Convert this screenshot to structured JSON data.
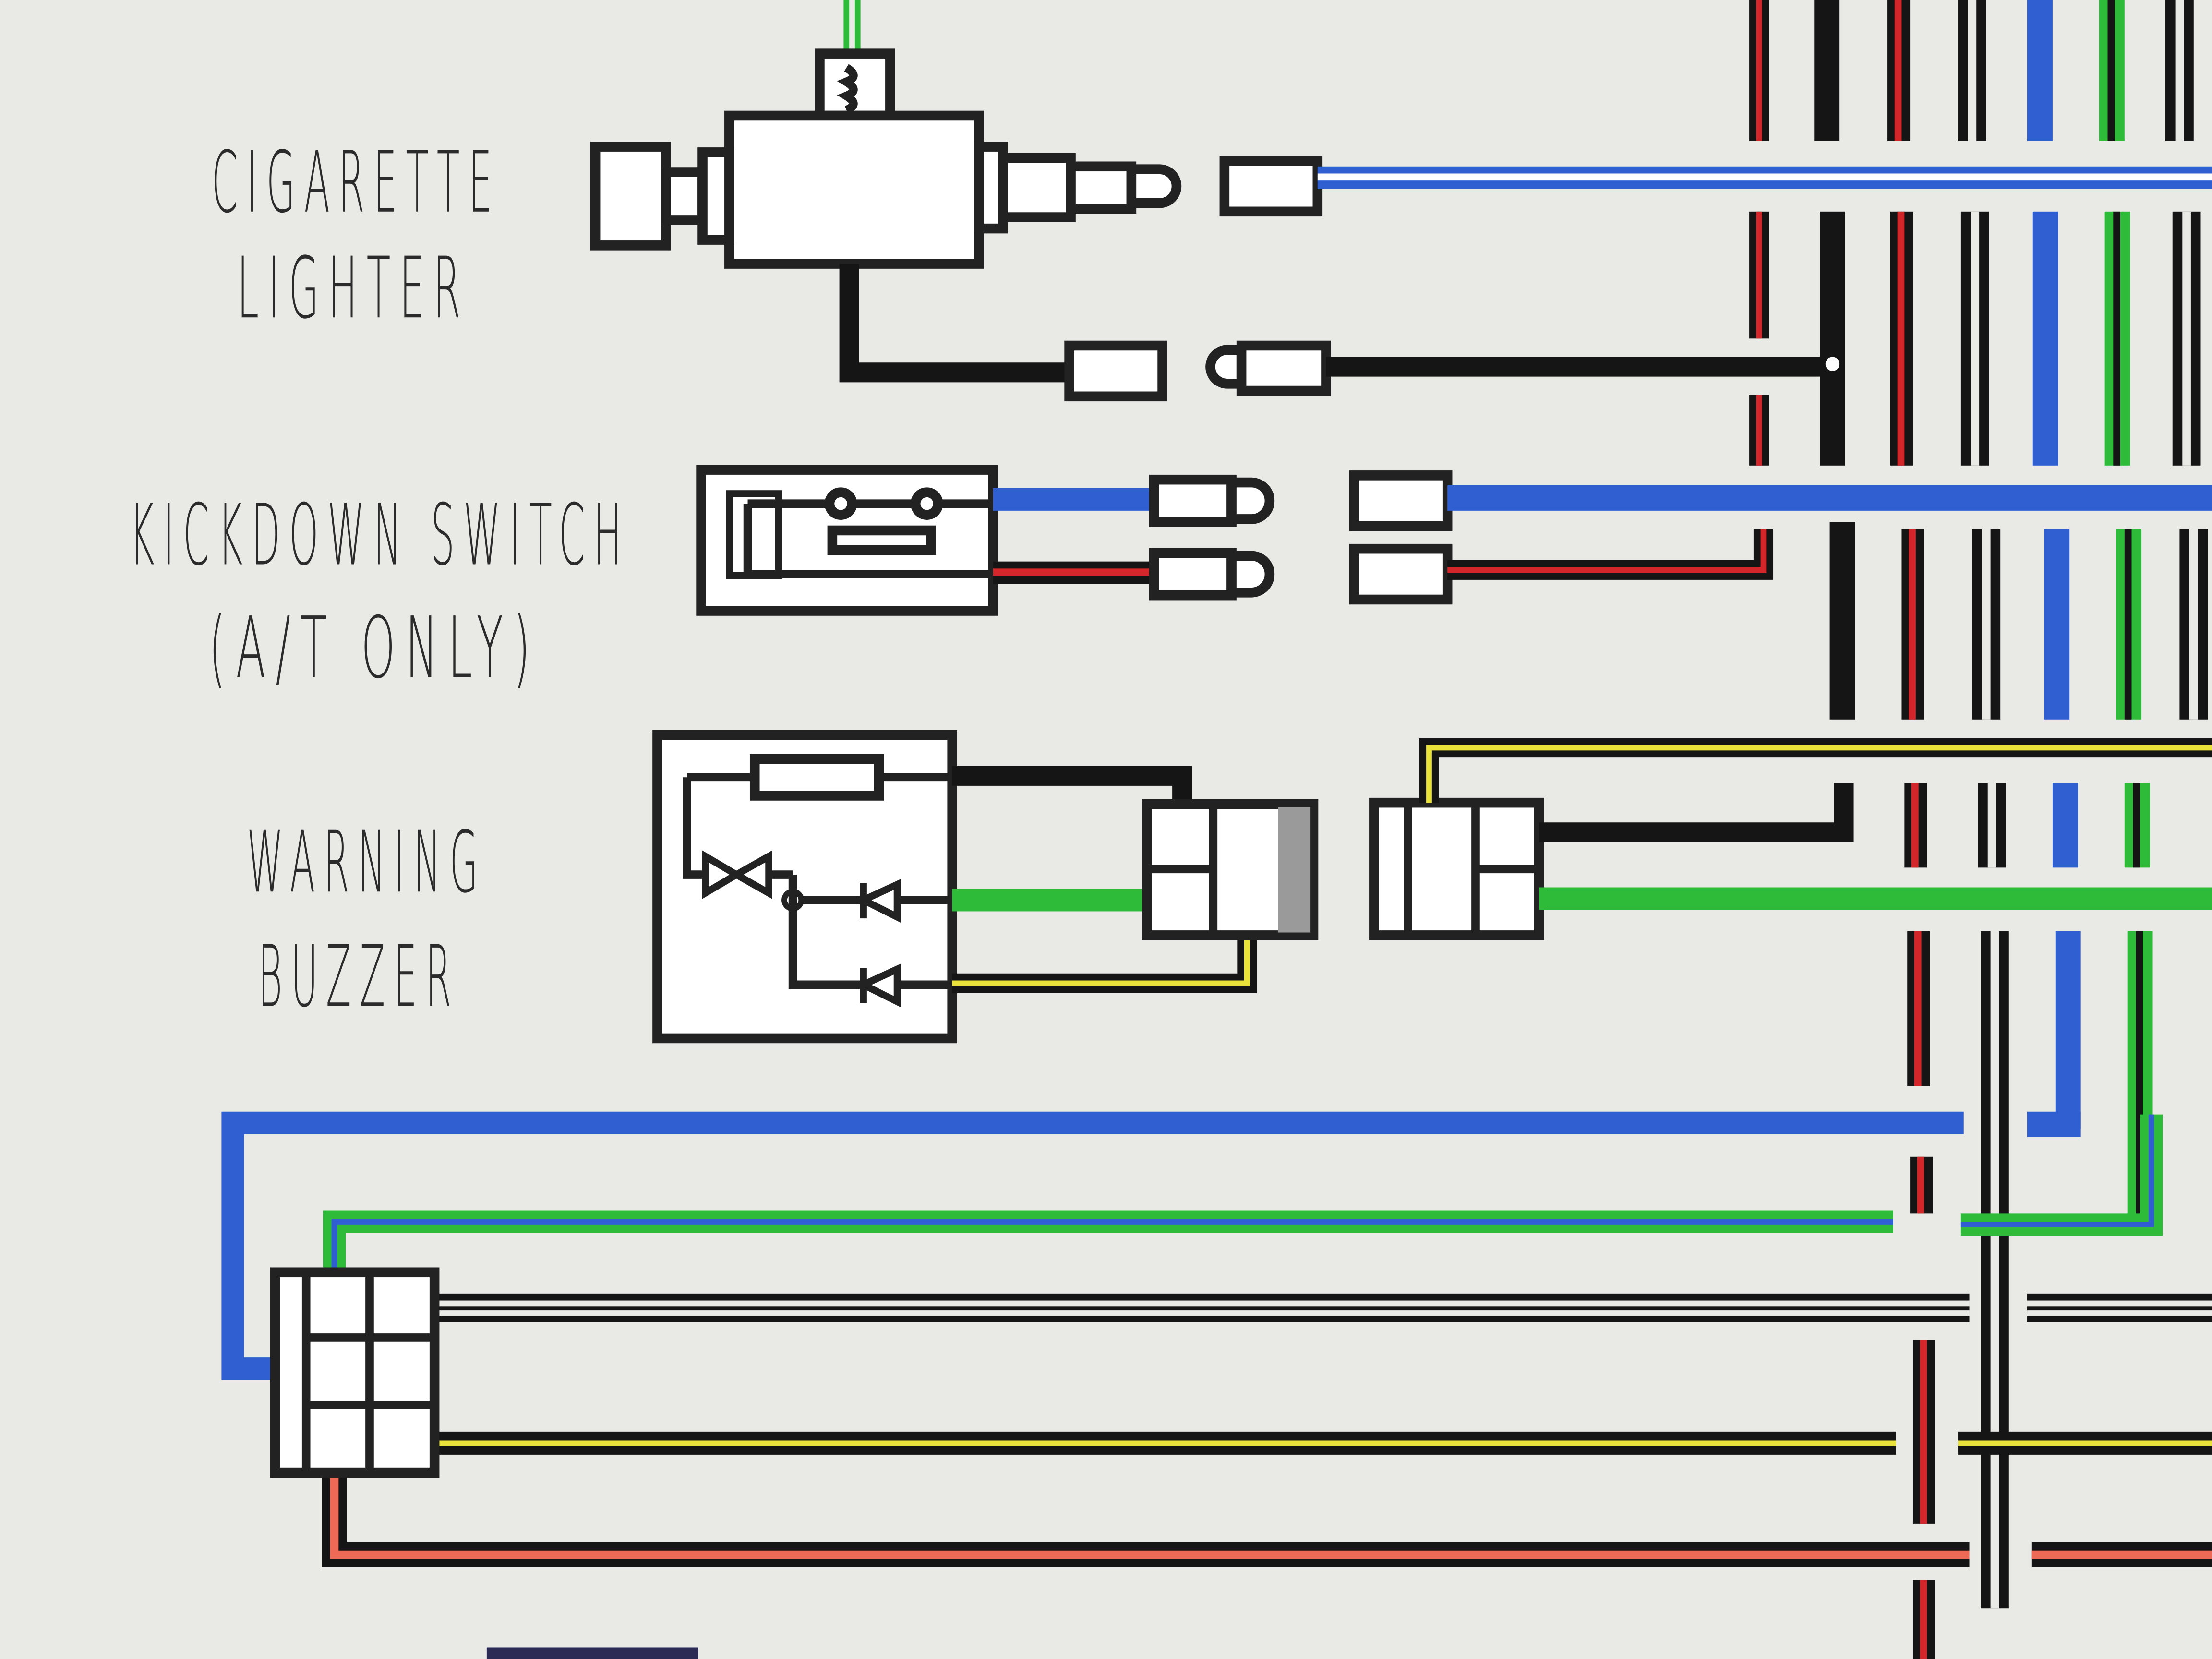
{
  "colors": {
    "blue": "#2f5fd0",
    "green": "#2fbb3a",
    "black": "#151515",
    "red": "#d3262a",
    "yellow": "#e9e23a",
    "salmon": "#ee6a57",
    "paper": "#e9e9e6"
  },
  "labels": {
    "cigarette_lighter_line1": "CIGARETTE",
    "cigarette_lighter_line2": "LIGHTER",
    "kickdown_line1": "KICKDOWN SWITCH",
    "kickdown_line2": "(A/T ONLY)",
    "warning_line1": "WARNING",
    "warning_line2": "BUZZER"
  }
}
